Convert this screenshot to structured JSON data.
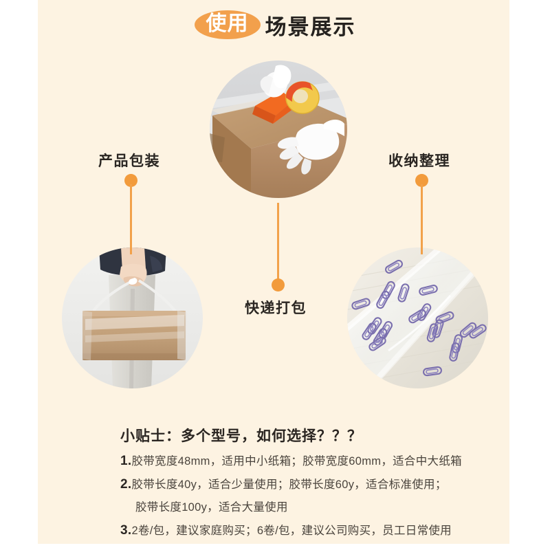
{
  "page": {
    "background_color": "#ffffff",
    "panel_color": "#fdf3e2",
    "accent_color": "#f2a04c"
  },
  "header": {
    "badge_text": "使用",
    "rest_text": "场景展示",
    "badge_bg": "#f2a04c",
    "badge_fg": "#ffffff"
  },
  "callouts": [
    {
      "id": "product-packaging",
      "label": "产品包装",
      "position": "left"
    },
    {
      "id": "storage-organizing",
      "label": "收纳整理",
      "position": "right"
    },
    {
      "id": "express-packing",
      "label": "快递打包",
      "position": "center"
    }
  ],
  "photos": [
    {
      "id": "taping-box",
      "alt": "白手套使用橙色胶带切割器在纸箱上封箱"
    },
    {
      "id": "carrying-box",
      "alt": "人用胶带提手提着扁平纸箱"
    },
    {
      "id": "paper-clips",
      "alt": "白色桌面上散落的紫色回形针与透明胶带"
    }
  ],
  "tips": {
    "title": "小贴士：多个型号，如何选择？？？",
    "lines": [
      {
        "num": "1.",
        "text": "胶带宽度48mm，适用中小纸箱；胶带宽度60mm，适合中大纸箱",
        "indent": false
      },
      {
        "num": "2.",
        "text": "胶带长度40y，适合少量使用；胶带长度60y，适合标准使用；",
        "indent": false
      },
      {
        "num": "",
        "text": "胶带长度100y，适合大量使用",
        "indent": true
      },
      {
        "num": "3.",
        "text": "2卷/包，建议家庭购买；6卷/包，建议公司购买，员工日常使用",
        "indent": false
      }
    ]
  }
}
